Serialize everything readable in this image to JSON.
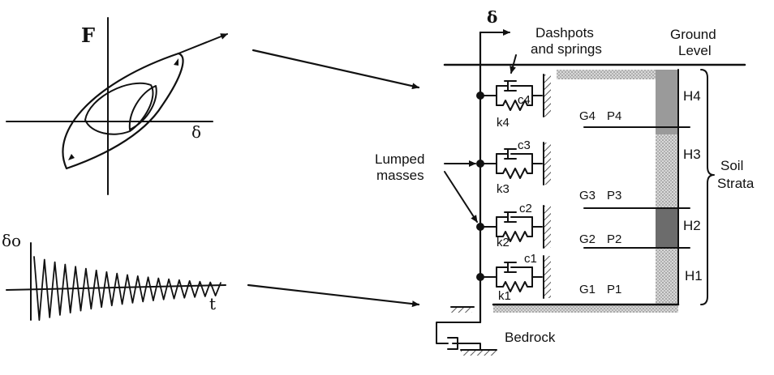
{
  "hysteresis": {
    "force_label": "F",
    "displacement_label": "δ"
  },
  "time_history": {
    "amplitude_label": "δo",
    "time_label": "t"
  },
  "profile": {
    "top_displacement_label": "δ",
    "dashpots_label_line1": "Dashpots",
    "dashpots_label_line2": "and springs",
    "ground_label_line1": "Ground",
    "ground_label_line2": "Level",
    "lumped_label_line1": "Lumped",
    "lumped_label_line2": "masses",
    "bedrock_label": "Bedrock",
    "soil_label_line1": "Soil",
    "soil_label_line2": "Strata",
    "layers": [
      {
        "c": "c4",
        "k": "k4",
        "G": "G4",
        "P": "P4",
        "H": "H4"
      },
      {
        "c": "c3",
        "k": "k3",
        "G": "G3",
        "P": "P3",
        "H": "H3"
      },
      {
        "c": "c2",
        "k": "k2",
        "G": "G2",
        "P": "P2",
        "H": "H2"
      },
      {
        "c": "c1",
        "k": "k1",
        "G": "G1",
        "P": "P1",
        "H": "H1"
      }
    ]
  }
}
